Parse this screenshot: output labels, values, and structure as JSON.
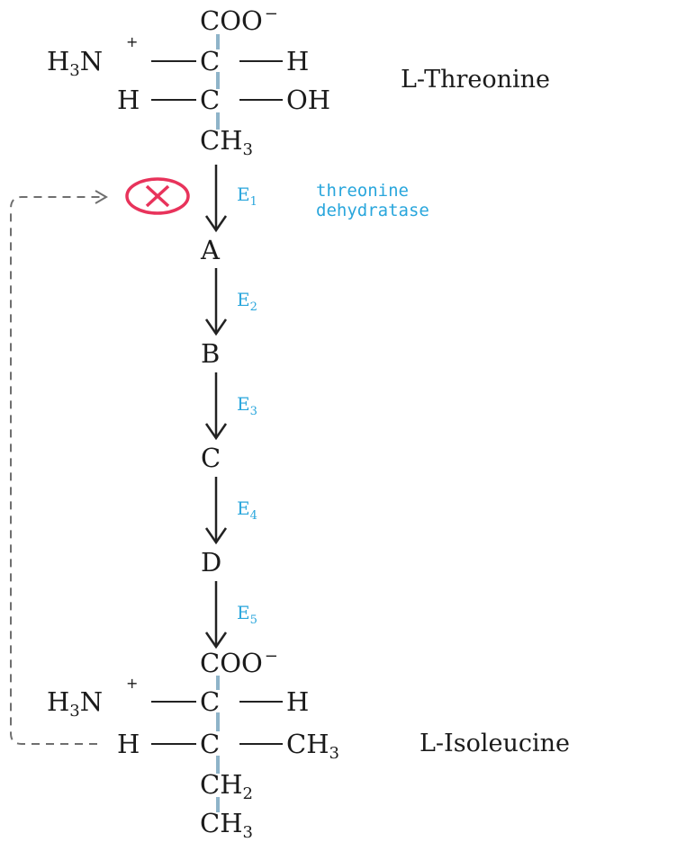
{
  "threonine": {
    "coo": "COO",
    "coo_charge": "−",
    "h3n_h": "H",
    "h3n_sub": "3",
    "h3n_n": "N",
    "plus": "+",
    "c1": "C",
    "h_right": "H",
    "h_left": "H",
    "c2": "C",
    "oh": "OH",
    "ch3_c": "CH",
    "ch3_sub": "3",
    "name": "L-Threonine"
  },
  "pathway": {
    "intermediates": [
      "A",
      "B",
      "C",
      "D"
    ],
    "enzymes": [
      {
        "letter": "E",
        "sub": "1"
      },
      {
        "letter": "E",
        "sub": "2"
      },
      {
        "letter": "E",
        "sub": "3"
      },
      {
        "letter": "E",
        "sub": "4"
      },
      {
        "letter": "E",
        "sub": "5"
      }
    ],
    "enzyme1_name_line1": "threonine",
    "enzyme1_name_line2": "dehydratase"
  },
  "isoleucine": {
    "coo": "COO",
    "coo_charge": "−",
    "h3n_h": "H",
    "h3n_sub": "3",
    "h3n_n": "N",
    "plus": "+",
    "c1": "C",
    "h_right": "H",
    "h_left": "H",
    "c2": "C",
    "ch3_right_c": "CH",
    "ch3_right_sub": "3",
    "ch2_c": "CH",
    "ch2_sub": "2",
    "ch3_c": "CH",
    "ch3_sub": "3",
    "name": "L-Isoleucine"
  },
  "colors": {
    "text": "#1b1b1b",
    "enzyme": "#29a6dc",
    "bond_vertical": "#8fb4c9",
    "inhibition": "#e8335b",
    "feedback": "#6f6f6f"
  },
  "icons": {
    "inhibition": "inhibition-circle-x-icon"
  }
}
